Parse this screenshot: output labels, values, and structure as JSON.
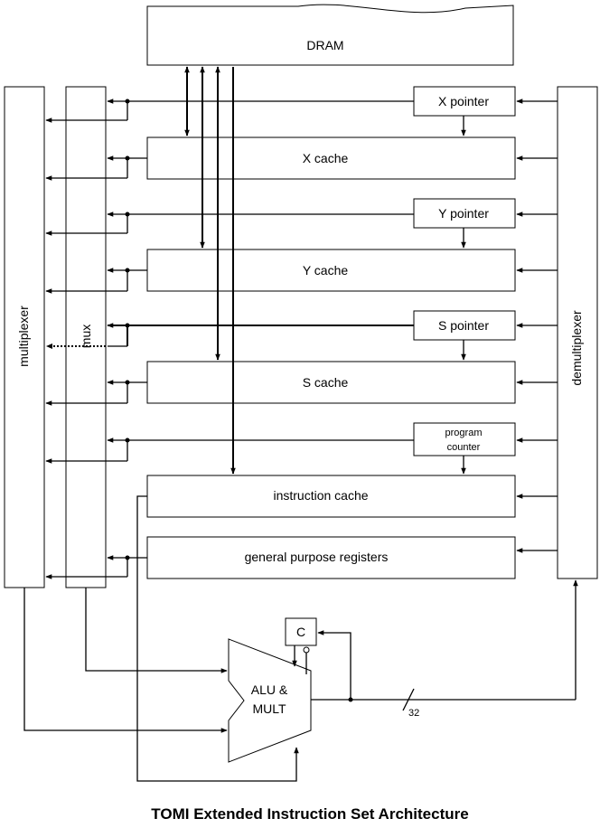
{
  "diagram": {
    "title": "TOMI Extended Instruction Set Architecture",
    "dram": "DRAM",
    "multiplexer": "multiplexer",
    "mux": "mux",
    "demultiplexer": "demultiplexer",
    "x_pointer": "X pointer",
    "x_cache": "X cache",
    "y_pointer": "Y pointer",
    "y_cache": "Y cache",
    "s_pointer": "S pointer",
    "s_cache": "S cache",
    "pc_line1": "program",
    "pc_line2": "counter",
    "instruction_cache": "instruction cache",
    "gp_registers": "general purpose registers",
    "c_flag": "C",
    "alu_line1": "ALU &",
    "alu_line2": "MULT",
    "bus_width": "32"
  }
}
